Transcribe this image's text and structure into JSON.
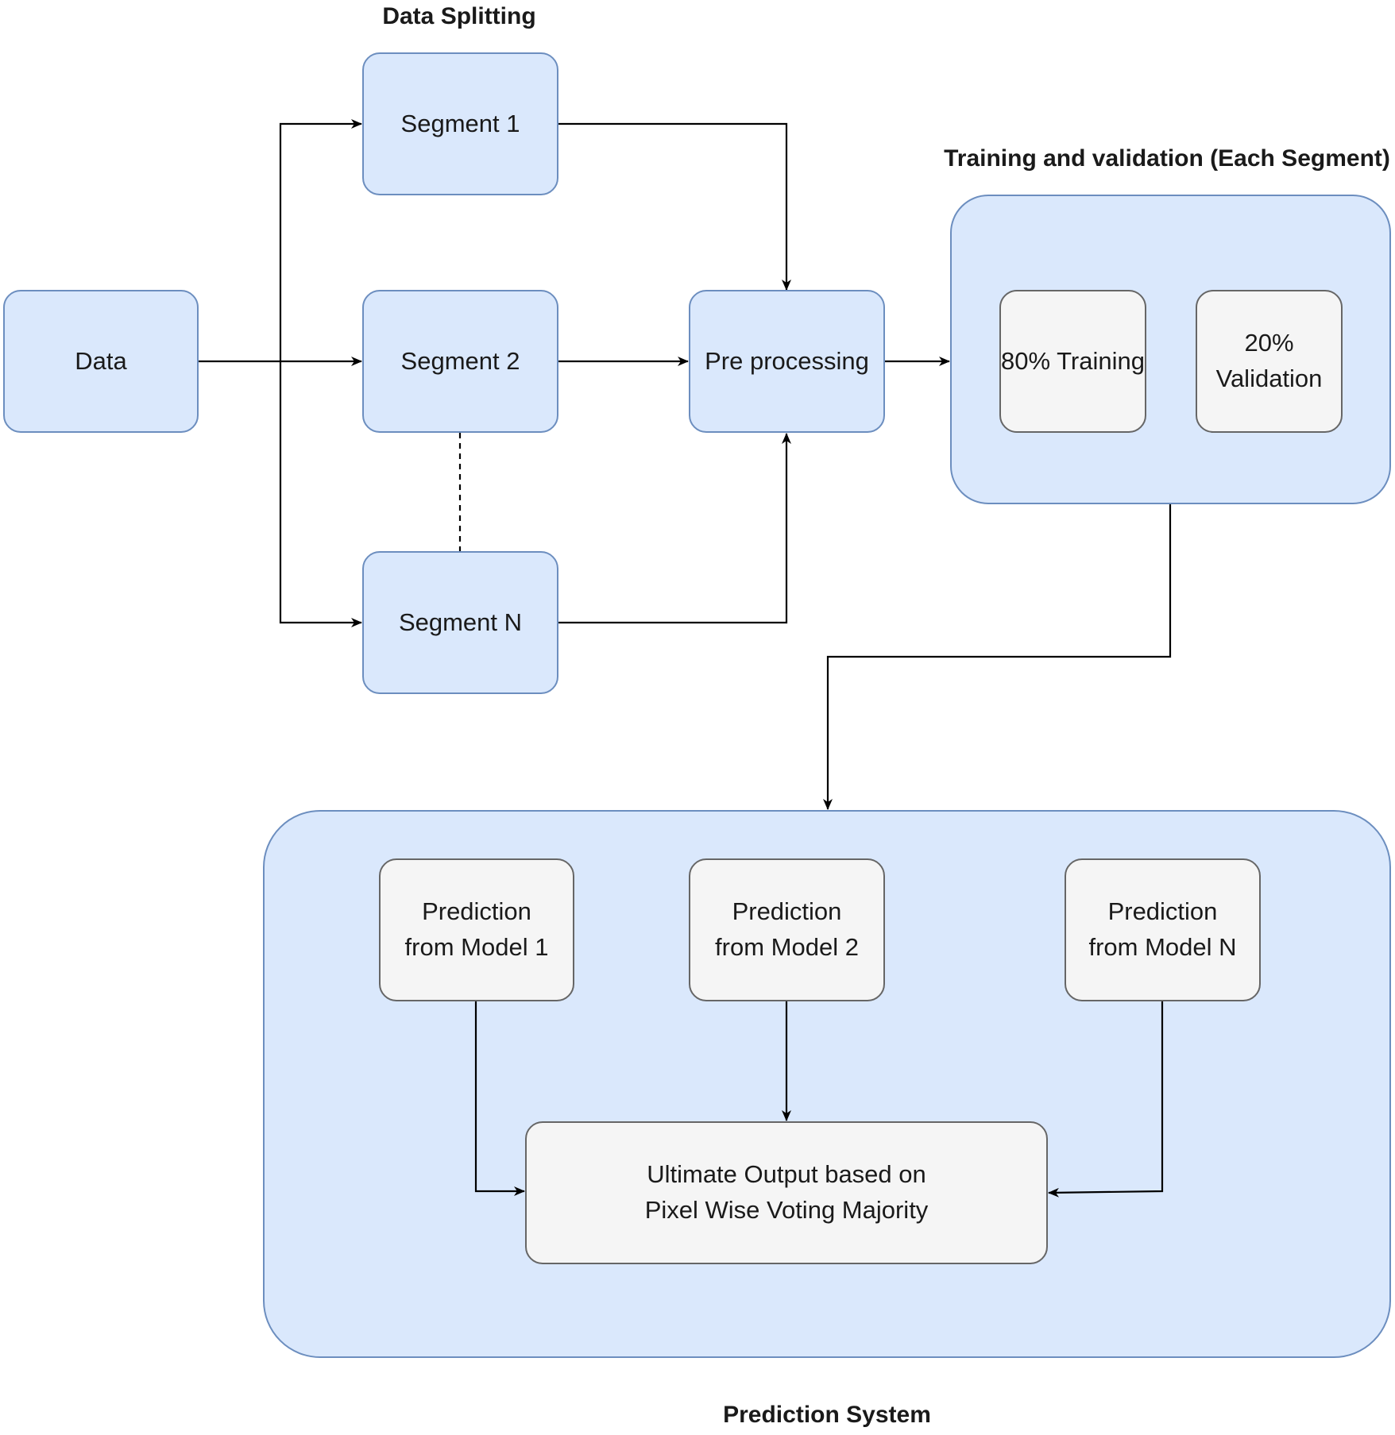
{
  "headings": {
    "data_splitting": "Data Splitting",
    "training_validation": "Training and validation (Each Segment)",
    "prediction_system": "Prediction System"
  },
  "nodes": {
    "data": "Data",
    "segment_1": "Segment 1",
    "segment_2": "Segment 2",
    "segment_n": "Segment N",
    "pre_processing": "Pre processing",
    "training": "80% Training",
    "validation": "20% Validation",
    "pred_model_1": "Prediction\nfrom Model 1",
    "pred_model_2": "Prediction\nfrom Model 2",
    "pred_model_n": "Prediction\nfrom Model N",
    "ultimate_output": "Ultimate Output based on\nPixel Wise Voting Majority"
  },
  "colors": {
    "box_fill": "#dae8fc",
    "box_border": "#6c8ebf",
    "inner_fill": "#f5f5f5",
    "inner_border": "#666666",
    "edge": "#000000"
  }
}
